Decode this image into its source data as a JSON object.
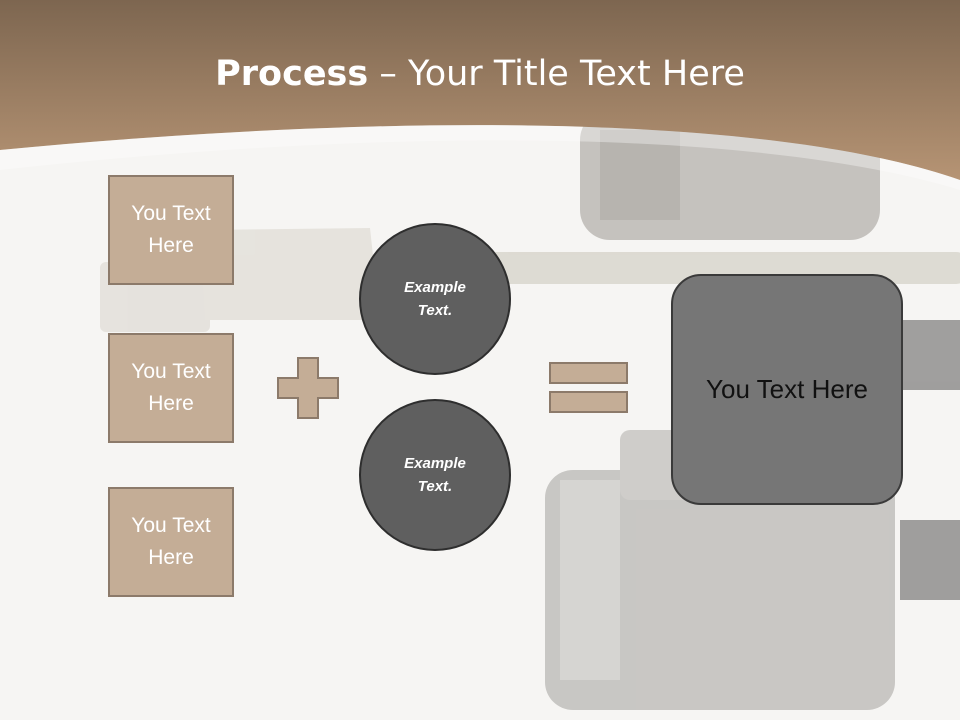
{
  "title": {
    "bold": "Process",
    "dash": " – ",
    "rest": "Your Title Text Here"
  },
  "left_boxes": [
    {
      "text": "You Text Here"
    },
    {
      "text": "You Text Here"
    },
    {
      "text": "You Text Here"
    }
  ],
  "circles": [
    {
      "text": "Example Text."
    },
    {
      "text": "Example Text."
    }
  ],
  "result": {
    "text": "You Text Here"
  },
  "operators": {
    "plus": "plus",
    "equals": "equals"
  },
  "colors": {
    "header": "#a88a6c",
    "box_fill": "#c4ad96",
    "circle_fill": "#5f5f5f",
    "result_fill": "#767676"
  }
}
